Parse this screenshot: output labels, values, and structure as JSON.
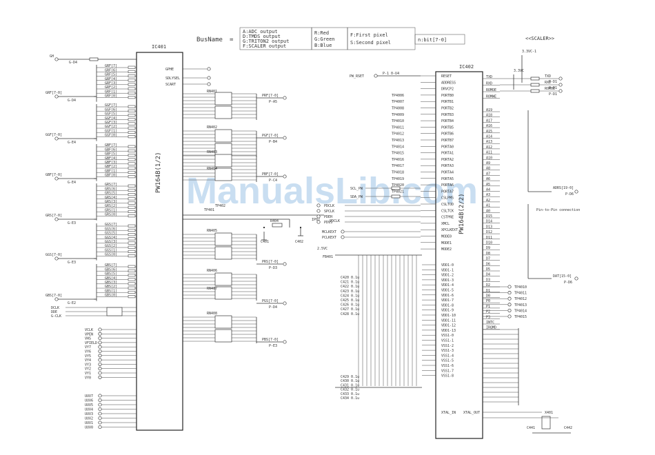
{
  "legend": {
    "busname_label": "BusName",
    "equals": "=",
    "col1": [
      "A:ADC output",
      "D:TMDS output",
      "G:TRITON2 output",
      "F:SCALER output"
    ],
    "col2": [
      "R:Red",
      "G:Green",
      "B:Blue"
    ],
    "col3": [
      "F:First pixel",
      "S:Second pixel"
    ],
    "col4": "n:bit[7-0]"
  },
  "page_label": "<<SCALER>>",
  "ic401": {
    "ref": "IC401",
    "part": "PW164B(1/2)"
  },
  "ic402": {
    "ref": "IC402",
    "part": "PW164B(2/2)"
  },
  "watermark": "ManualsLib.com",
  "left_buses": {
    "inputs": [
      "GH",
      "GRF[7-0]",
      "GGF[7-0]",
      "GBF[7-0]",
      "GRS[7-0]",
      "GGS[7-0]",
      "GBS[7-0]"
    ],
    "sub_labels": [
      "G-D4",
      "G-D4",
      "G-E4",
      "G-E4",
      "G-E3",
      "G-E3",
      "G-E2"
    ],
    "pin_groups": [
      [
        "GRF[7]",
        "GRF[6]",
        "GRF[5]",
        "GRF[4]",
        "GRF[3]",
        "GRF[2]",
        "GRF[1]",
        "GRF[0]"
      ],
      [
        "GGF[7]",
        "GGF[6]",
        "GGF[5]",
        "GGF[4]",
        "GGF[3]",
        "GGF[2]",
        "GGF[1]",
        "GGF[0]"
      ],
      [
        "GBF[7]",
        "GBF[6]",
        "GBF[5]",
        "GBF[4]",
        "GBF[3]",
        "GBF[2]",
        "GBF[1]",
        "GBF[0]"
      ],
      [
        "GRS[7]",
        "GRS[6]",
        "GRS[5]",
        "GRS[4]",
        "GRS[3]",
        "GRS[2]",
        "GRS[1]",
        "GRS[0]"
      ],
      [
        "GGS[7]",
        "GGS[6]",
        "GGS[5]",
        "GGS[4]",
        "GGS[3]",
        "GGS[2]",
        "GGS[1]",
        "GGS[0]"
      ],
      [
        "GBS[7]",
        "GBS[6]",
        "GBS[5]",
        "GBS[4]",
        "GBS[3]",
        "GBS[2]",
        "GBS[1]",
        "GBS[0]"
      ]
    ],
    "bottom_signals": [
      "DCLK",
      "DDE",
      "G-CLK"
    ],
    "v_signals": [
      "VCLK",
      "VPEN",
      "VHS",
      "VFIELD",
      "VY7",
      "VY6",
      "VY5",
      "VY4",
      "VY3",
      "VY2",
      "VY1",
      "VY0"
    ],
    "uv_signals": [
      "UUV7",
      "UUV6",
      "UUV5",
      "UUV4",
      "UUV3",
      "UUV2",
      "UUV1",
      "UUV0"
    ]
  },
  "mid_outputs": {
    "top_signals": [
      "GPHE",
      "SDLYSEL",
      "SCART"
    ],
    "buses": [
      "PRF[7-0]",
      "PGF[7-0]",
      "PBF[7-0]",
      "PRS[7-0]",
      "PGS[7-0]",
      "PBS[7-0]"
    ],
    "sub_labels": [
      "P-A5",
      "P-B4",
      "P-C4",
      "P-D3",
      "P-D4",
      "P-E3"
    ],
    "resnets": [
      "RN401",
      "RN402",
      "RN403",
      "RN404",
      "RN405",
      "RN406",
      "RN407",
      "RN408"
    ],
    "misc": [
      "TP401",
      "TP402",
      "R404",
      "C401",
      "C402",
      "IP02",
      "PDCLK"
    ]
  },
  "ic402_pins": {
    "left": [
      "RESET",
      "ADDRESS",
      "DRVCP2",
      "PORTB0",
      "PORTB1",
      "PORTB2",
      "PORTB3",
      "PORTB4",
      "PORTB5",
      "PORTB6",
      "PORTB7",
      "PORTA0",
      "PORTA1",
      "PORTA2",
      "PORTA3",
      "PORTA4",
      "PORTA5",
      "PORTA6",
      "PORTA7",
      "CSLPMS",
      "CSLTOD",
      "CSLTCK",
      "CSTPRE",
      "XMCL",
      "XPCLKEXT",
      "MODE0",
      "MODE1",
      "MODE2"
    ],
    "right": [
      "TXD",
      "RXD",
      "ROMOE",
      "ROMWE",
      "A19",
      "A18",
      "A17",
      "A16",
      "A15",
      "A14",
      "A13",
      "A12",
      "A11",
      "A10",
      "A9",
      "A8",
      "A7",
      "A6",
      "A5",
      "A4",
      "A3",
      "A2",
      "A1",
      "A0",
      "D15",
      "D14",
      "D13",
      "D12",
      "D11",
      "D10",
      "D9",
      "D8",
      "D7",
      "D6",
      "D5",
      "D4",
      "D3",
      "D2",
      "D1",
      "D0",
      "P0",
      "P1",
      "P2",
      "P3",
      "INTC",
      "IRQMD"
    ],
    "power_left": [
      "VDD1-0",
      "VDD1-1",
      "VDD1-2",
      "VDD1-3",
      "VDD1-4",
      "VDD1-5",
      "VDD1-6",
      "VDD1-7",
      "VDD1-8",
      "VDD1-9",
      "VDD1-10",
      "VDD1-11",
      "VDD1-12",
      "VDD1-13",
      "VSS1-0",
      "VSS1-1",
      "VSS1-2",
      "VSS1-3",
      "VSS1-4",
      "VSS1-5",
      "VSS1-6",
      "VSS1-7",
      "VSS1-8"
    ],
    "xtal": [
      "XTAL_IN",
      "XTAL_OUT"
    ]
  },
  "ic402_side": {
    "reset_in": "PW_RSET",
    "reset_tag": "P-1 0-U4",
    "serial": [
      "SCL_PW",
      "SDA_PW"
    ],
    "pll": [
      "PDCLK",
      "SPCLK",
      "PDEH",
      "PDVS"
    ],
    "mclk": [
      "MCLKEXT",
      "PCLKEXT"
    ],
    "uart": [
      "TXD",
      "RXD",
      "ROMOE"
    ],
    "uart_tags": [
      "P-D1",
      "P-D1",
      "P-D1"
    ],
    "addr_bus": "ADRS[19-0]",
    "addr_tag": "P-D6",
    "addr_note": "Pin-to-Pin connection",
    "data_bus": "DAT[15-0]",
    "data_tag": "P-D6",
    "testpoints": [
      "TP4010",
      "TP4011",
      "TP4012",
      "TP4013",
      "TP4014",
      "TP4015",
      "TP4016",
      "TP4017",
      "TP4018"
    ],
    "pwr_caps": [
      "C420 0.1u",
      "C421 0.1u",
      "C422 0.1u",
      "C423 0.1u",
      "C424 0.1u",
      "C425 0.1u",
      "C426 0.1u",
      "C427 0.1u",
      "C428 0.1u",
      "C429 0.1u",
      "C430 0.1u",
      "C431 0.1u",
      "C432 0.1u",
      "C433 0.1u",
      "C434 0.1u"
    ],
    "rails": [
      "3.3VC-1",
      "3.3VC",
      "2.5VC",
      "FB401"
    ],
    "xtal": [
      "X401",
      "C441",
      "C442"
    ]
  }
}
